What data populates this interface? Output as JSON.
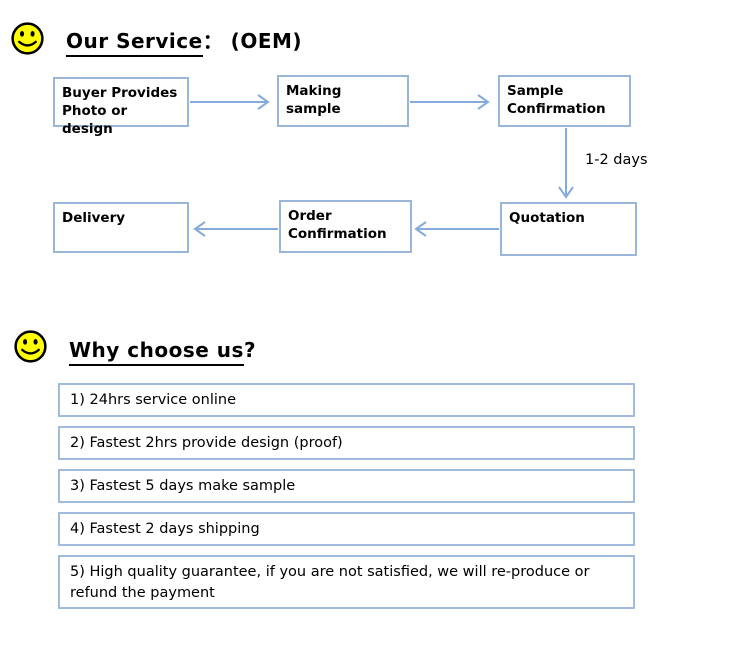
{
  "sections": {
    "service": {
      "title": "Our Service",
      "suffix": "： (OEM)"
    },
    "why": {
      "title": "Why choose us",
      "suffix": "?"
    }
  },
  "flow": {
    "nodes": [
      "Buyer Provides\nPhoto or design",
      "Making sample",
      "Sample\nConfirmation",
      "Quotation",
      "Order\nConfirmation",
      "Delivery"
    ],
    "arrow_label": "1-2 days"
  },
  "reasons": [
    "1) 24hrs service online",
    "2) Fastest 2hrs provide design (proof)",
    "3) Fastest 5 days make sample",
    "4) Fastest 2 days shipping",
    "5) High quality guarantee, if you are not satisfied, we will re-produce or refund the payment"
  ],
  "colors": {
    "box_border_blue": "#9ab6da",
    "arrow_blue": "#84abdb",
    "smiley_yellow": "#ffff00",
    "text_black": "#000000"
  }
}
